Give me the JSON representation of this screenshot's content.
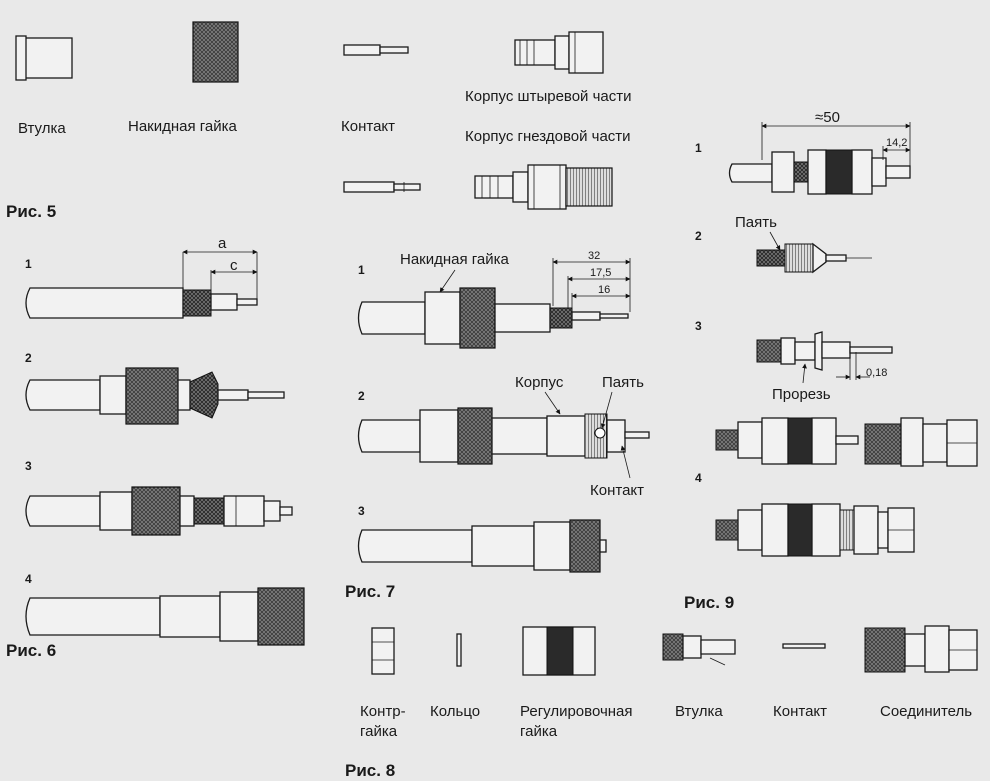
{
  "fig5": {
    "caption": "Рис. 5",
    "labels": {
      "sleeve": "Втулка",
      "union_nut": "Накидная гайка",
      "contact": "Контакт",
      "plug_body": "Корпус штыревой части",
      "socket_body": "Корпус гнездовой части"
    }
  },
  "fig6": {
    "caption": "Рис. 6",
    "steps": [
      "1",
      "2",
      "3",
      "4"
    ],
    "dims": {
      "a": "a",
      "c": "c"
    }
  },
  "fig7": {
    "caption": "Рис. 7",
    "steps": [
      "1",
      "2",
      "3"
    ],
    "labels": {
      "union_nut": "Накидная гайка",
      "body": "Корпус",
      "solder": "Паять",
      "contact": "Контакт"
    },
    "dims": {
      "d32": "32",
      "d17": "17,5",
      "d16": "16"
    }
  },
  "fig8": {
    "caption": "Рис. 8",
    "labels": {
      "lock_nut_1": "Контр-",
      "lock_nut_2": "гайка",
      "ring": "Кольцо",
      "adjusting_nut_1": "Регулировочная",
      "adjusting_nut_2": "гайка",
      "sleeve": "Втулка",
      "contact": "Контакт",
      "connector": "Соединитель"
    }
  },
  "fig9": {
    "caption": "Рис. 9",
    "steps": [
      "1",
      "2",
      "3",
      "4"
    ],
    "labels": {
      "solder": "Паять",
      "slot": "Прорезь"
    },
    "dims": {
      "approx50": "≈50",
      "d14": "14,2",
      "d018": "0,18"
    }
  }
}
